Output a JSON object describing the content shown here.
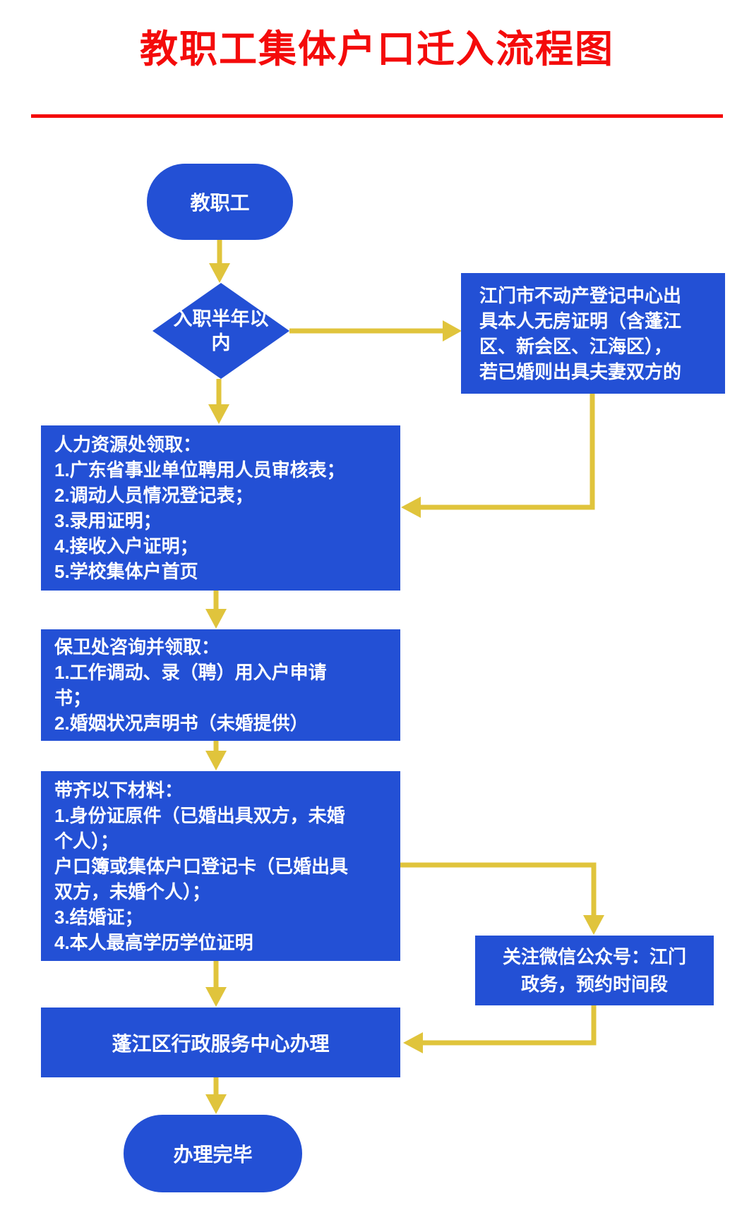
{
  "title": "教职工集体户口迁入流程图",
  "colors": {
    "title_red": "#f40b0b",
    "node_blue": "#2350d5",
    "arrow_yellow": "#e0c43c",
    "node_text": "#ffffff"
  },
  "nodes": {
    "start": {
      "label": "教职工"
    },
    "decision": {
      "label": "入职半年以\n内"
    },
    "housing_cert": {
      "label": "江门市不动产登记中心出\n具本人无房证明（含蓬江\n区、新会区、江海区），\n若已婚则出具夫妻双方的"
    },
    "hr_collect": {
      "label": "人力资源处领取：\n1.广东省事业单位聘用人员审核表；\n2.调动人员情况登记表；\n3.录用证明；\n4.接收入户证明；\n5.学校集体户首页"
    },
    "security_collect": {
      "label": "保卫处咨询并领取：\n1.工作调动、录（聘）用入户申请\n书；\n2.婚姻状况声明书（未婚提供）"
    },
    "materials": {
      "label": "带齐以下材料：\n1.身份证原件（已婚出具双方，未婚\n个人）；\n户口簿或集体户口登记卡（已婚出具\n双方，未婚个人）；\n3.结婚证；\n4.本人最高学历学位证明"
    },
    "wechat": {
      "label": "关注微信公众号：江门\n政务，预约时间段"
    },
    "service_center": {
      "label": "蓬江区行政服务中心办理"
    },
    "end": {
      "label": "办理完毕"
    }
  }
}
